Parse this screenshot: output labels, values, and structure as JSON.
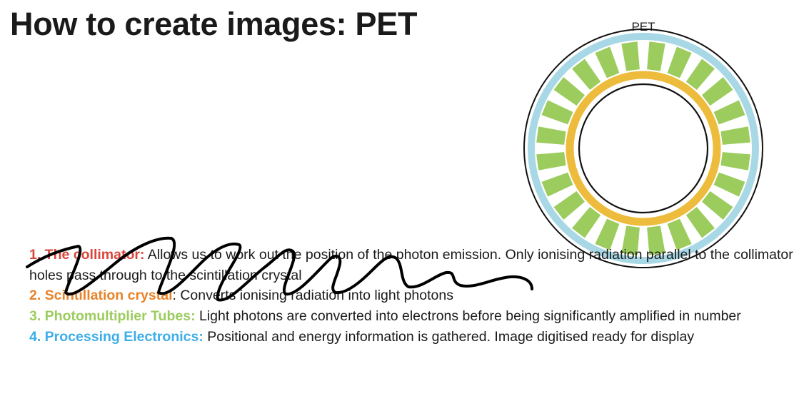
{
  "title": "How to create images: PET",
  "diagram": {
    "label": "PET",
    "colors": {
      "outer_ring": "#a8d8e6",
      "detectors": "#9ccc5e",
      "inner_ring": "#eebc3c",
      "outline": "#111111"
    },
    "detector_count": 24
  },
  "items": [
    {
      "label": "1. The collimator:",
      "text": " Allows us to work out the position of the photon emission. Only ionising radiation parallel to the collimator holes pass through to the scintillation crystal",
      "color": "#d9463b"
    },
    {
      "label": "2. Scintillation crystal",
      "text": ": Converts ionising radiation into light photons",
      "color": "#e8832a"
    },
    {
      "label": "3. Photomultiplier Tubes:",
      "text": " Light photons are converted into electrons before being significantly amplified in number",
      "color": "#9ccc5e"
    },
    {
      "label": "4. Processing Electronics:",
      "text": " Positional and energy information is gathered. Image digitised ready for display",
      "color": "#3daee9"
    }
  ]
}
